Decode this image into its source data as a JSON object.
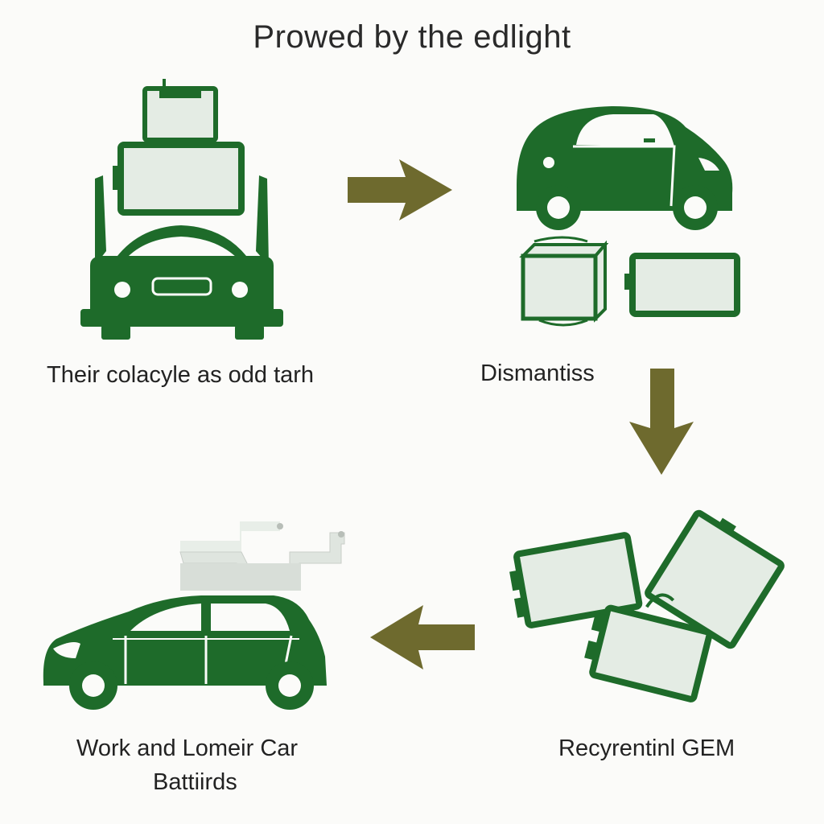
{
  "title": "Prowed by the edlight",
  "steps": [
    {
      "id": 1,
      "caption": "Their colacyle as odd tarh"
    },
    {
      "id": 2,
      "caption": "Dismantiss"
    },
    {
      "id": 3,
      "caption_line1": "Work and Lomeir Car",
      "caption_line2": "Battiirds"
    },
    {
      "id": 4,
      "caption": "Recyrentinl GEM"
    }
  ],
  "colors": {
    "icon_green": "#1e6b2a",
    "battery_fill": "#e4ece4",
    "arrow_olive": "#6e6a2e",
    "text": "#222222"
  },
  "icons": [
    "open-hood-car-icon",
    "small-ev-icon",
    "battery-pack-icon",
    "hatchback-car-icon",
    "stacked-batteries-icon",
    "solar-panel-icon"
  ]
}
